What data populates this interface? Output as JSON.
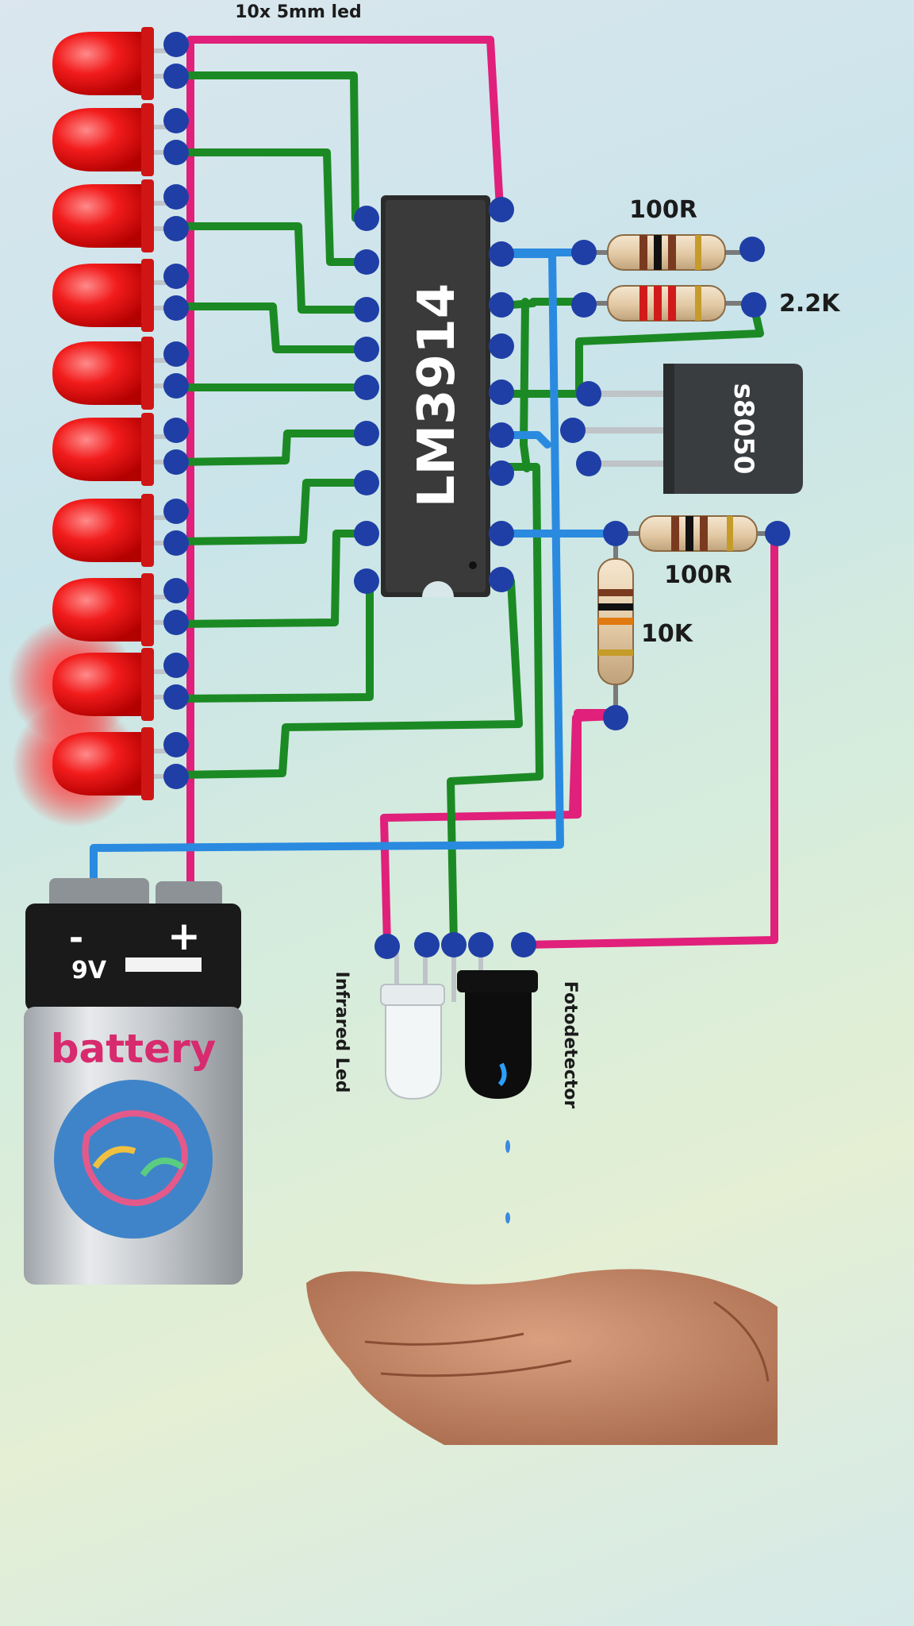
{
  "title": "10x 5mm led",
  "ic": {
    "label": "LM3914"
  },
  "transistor": {
    "label": "s8050"
  },
  "resistors": {
    "r1": "100R",
    "r2": "2.2K",
    "r3": "100R",
    "r4": "10K"
  },
  "battery": {
    "voltage": "9V",
    "minus": "-",
    "plus": "+",
    "brand": "battery"
  },
  "sensors": {
    "emitter": "Infrared Led",
    "receiver": "Fotodetector"
  },
  "led_count": 10,
  "colors": {
    "red_wire": "#e0207a",
    "green_wire": "#1c8a24",
    "blue_wire": "#2a8ae0",
    "pad": "#1f3fa6",
    "led": "#ee1c1c"
  }
}
